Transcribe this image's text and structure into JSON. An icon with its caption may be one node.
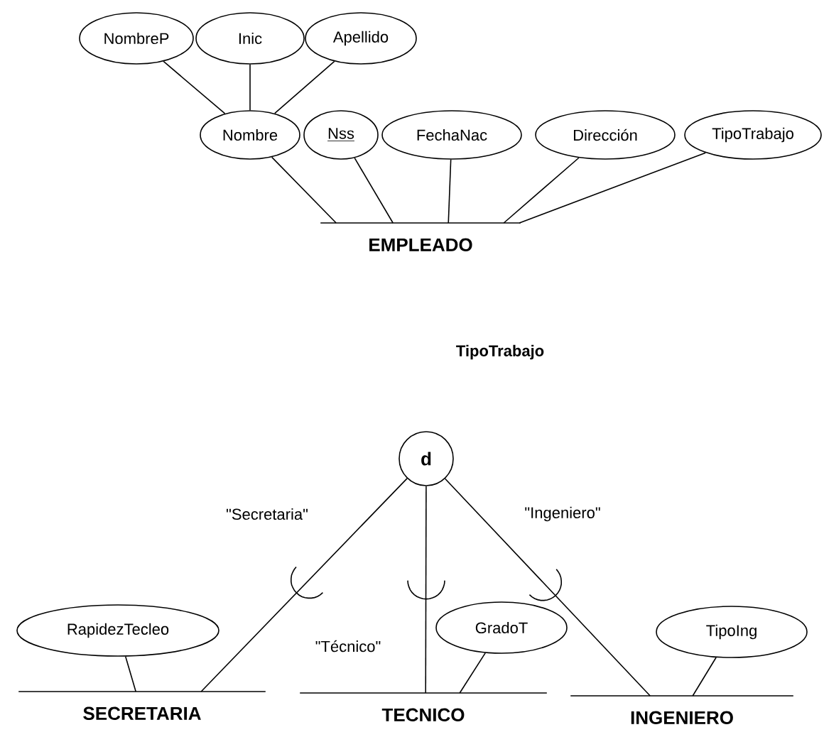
{
  "diagram": {
    "nodes": [
      {
        "text": [
          "NombreP"
        ]
      },
      {
        "text": [
          "Inic"
        ]
      },
      {
        "text": [
          "Apellido"
        ]
      },
      {
        "text": [
          "Nombre"
        ]
      },
      {
        "text": [
          "Nss"
        ]
      },
      {
        "text": [
          "FechaNac"
        ]
      },
      {
        "text": [
          "Dirección"
        ]
      },
      {
        "text": [
          "TipoTrabajo"
        ]
      },
      {
        "text": [
          "EMPLEADO"
        ]
      },
      {
        "text": [
          "d"
        ]
      },
      {
        "text": [
          "SECRETARIA"
        ]
      },
      {
        "text": [
          "TECNICO"
        ]
      },
      {
        "text": [
          "INGENIERO"
        ]
      },
      {
        "text": [
          "RapidezTecleo"
        ]
      },
      {
        "text": [
          "GradoT"
        ]
      },
      {
        "text": [
          "TipoIng"
        ]
      }
    ],
    "edges": [
      {
        "from": 0,
        "to": 3,
        "arrow": "none"
      },
      {
        "from": 1,
        "to": 3,
        "arrow": "none"
      },
      {
        "from": 2,
        "to": 3,
        "arrow": "none"
      },
      {
        "from": 3,
        "to": 8,
        "arrow": "none"
      },
      {
        "from": 4,
        "to": 8,
        "arrow": "none"
      },
      {
        "from": 5,
        "to": 8,
        "arrow": "none"
      },
      {
        "from": 6,
        "to": 8,
        "arrow": "none"
      },
      {
        "from": 7,
        "to": 8,
        "arrow": "none"
      },
      {
        "from": 9,
        "to": 10,
        "arrow": "none",
        "label": "\"Secretaria\""
      },
      {
        "from": 9,
        "to": 11,
        "arrow": "none",
        "label": "\"Técnico\""
      },
      {
        "from": 9,
        "to": 12,
        "arrow": "none",
        "label": "\"Ingeniero\""
      },
      {
        "from": 13,
        "to": 10,
        "arrow": "none"
      },
      {
        "from": 14,
        "to": 11,
        "arrow": "none"
      },
      {
        "from": 15,
        "to": 12,
        "arrow": "none"
      }
    ],
    "labels": [
      "TipoTrabajo"
    ]
  }
}
